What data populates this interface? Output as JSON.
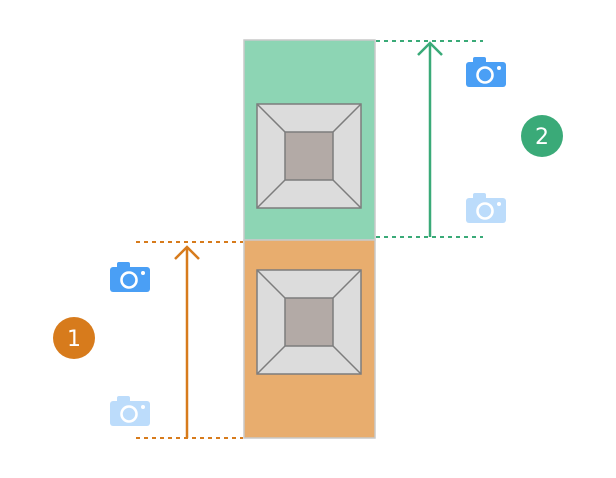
{
  "colors": {
    "top_tile": "#8dd5b4",
    "bottom_tile": "#e8ad6e",
    "tile_border": "#c9c9c9",
    "orange": "#d77b1c",
    "green": "#3aaa78",
    "camera_active": "#4a9ff5",
    "camera_faded": "#bcdcfb",
    "frame_outer": "#dcdcdc",
    "frame_inner": "#b3aaa6",
    "frame_stroke": "#7d7d7d"
  },
  "icons": {
    "camera": "camera-icon",
    "arrow": "arrow-up-icon",
    "square_frame": "square-frame-icon"
  },
  "steps": [
    {
      "label": "1",
      "color": "orange",
      "region": "bottom"
    },
    {
      "label": "2",
      "color": "green",
      "region": "top"
    }
  ]
}
